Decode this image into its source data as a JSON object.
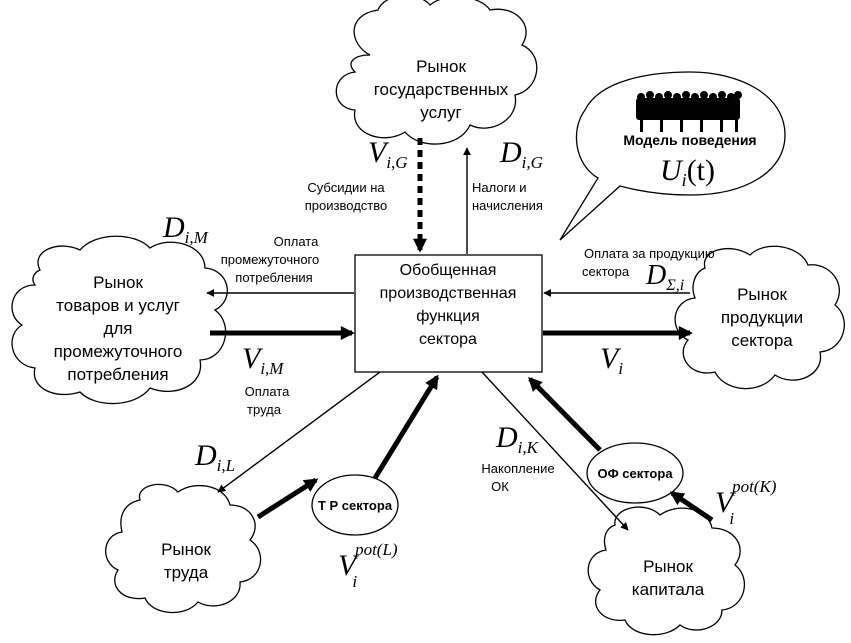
{
  "clouds": {
    "gov": [
      "Рынок",
      "государственных",
      "услуг"
    ],
    "intermediate": [
      "Рынок",
      "товаров и услуг",
      "для",
      "промежуточного",
      "потребления"
    ],
    "product": [
      "Рынок",
      "продукции",
      "сектора"
    ],
    "labor": [
      "Рынок",
      "труда"
    ],
    "capital": [
      "Рынок",
      "капитала"
    ]
  },
  "center": [
    "Обобщенная",
    "производственная",
    "функция",
    "сектора"
  ],
  "behavior": {
    "title": "Модель поведения",
    "symbol": "U",
    "sub": "i",
    "arg": "(t)"
  },
  "ellipses": {
    "tr": "Т Р сектора",
    "of": "ОФ сектора"
  },
  "labels": {
    "subsidies": [
      "Субсидии на",
      "производство"
    ],
    "taxes": [
      "Налоги и",
      "начисления"
    ],
    "pay_intermediate": [
      "Оплата",
      "промежуточного",
      "потребления"
    ],
    "pay_product": [
      "Оплата за продукцию",
      "сектора"
    ],
    "pay_labor": [
      "Оплата",
      "труда"
    ],
    "accumulation": [
      "Накопление",
      "ОК"
    ]
  },
  "symbols": {
    "V_iG": {
      "base": "V",
      "sub": "i,G"
    },
    "D_iG": {
      "base": "D",
      "sub": "i,G"
    },
    "D_iM": {
      "base": "D",
      "sub": "i,M"
    },
    "V_iM": {
      "base": "V",
      "sub": "i,M"
    },
    "D_Si": {
      "base": "D",
      "sub": "Σ,i"
    },
    "V_i": {
      "base": "V",
      "sub": "i"
    },
    "D_iL": {
      "base": "D",
      "sub": "i,L"
    },
    "D_iK": {
      "base": "D",
      "sub": "i,K"
    },
    "V_potL": {
      "base": "V",
      "sub": "i",
      "sup": "pot(L)"
    },
    "V_potK": {
      "base": "V",
      "sub": "i",
      "sup": "pot(K)"
    }
  }
}
